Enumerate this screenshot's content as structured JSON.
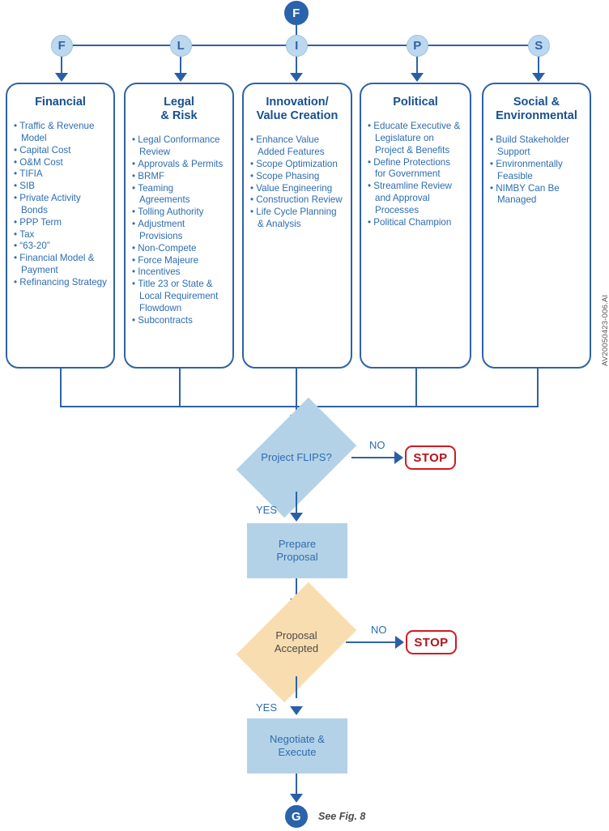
{
  "diagram": {
    "side_code": "AV20050423-006.AI",
    "entry_node": {
      "label": "F"
    },
    "flips_nodes": [
      {
        "label": "F"
      },
      {
        "label": "L"
      },
      {
        "label": "I"
      },
      {
        "label": "P"
      },
      {
        "label": "S"
      }
    ],
    "categories": [
      {
        "title": "Financial",
        "items": [
          "Traffic & Revenue Model",
          "Capital Cost",
          "O&M Cost",
          "TIFIA",
          "SIB",
          "Private Activity Bonds",
          "PPP Term",
          "Tax",
          "“63-20”",
          "Financial Model & Payment",
          "Refinancing Strategy"
        ]
      },
      {
        "title": "Legal\n& Risk",
        "items": [
          "Legal Conformance Review",
          "Approvals & Permits",
          "BRMF",
          "Teaming Agreements",
          "Tolling Authority",
          "Adjustment Provisions",
          "Non-Compete",
          "Force Majeure",
          "Incentives",
          "Title 23 or State & Local Requirement Flowdown",
          "Subcontracts"
        ]
      },
      {
        "title": "Innovation/\nValue Creation",
        "items": [
          "Enhance Value Added Features",
          "Scope Optimization",
          "Scope Phasing",
          "Value Engineering",
          "Construction Review",
          "Life Cycle Planning & Analysis"
        ]
      },
      {
        "title": "Political",
        "items": [
          "Educate Executive & Legislature on Project & Benefits",
          "Define Protections for Government",
          "Streamline Review and Approval Processes",
          "Political Champion"
        ]
      },
      {
        "title": "Social &\nEnvironmental",
        "items": [
          "Build Stakeholder Support",
          "Environmentally Feasible",
          "NIMBY Can Be Managed"
        ]
      }
    ],
    "decision_1": {
      "label": "Project FLIPS?",
      "no_label": "NO",
      "yes_label": "YES"
    },
    "stop_1": {
      "label": "STOP"
    },
    "process_1": {
      "label": "Prepare\nProposal"
    },
    "decision_2": {
      "label": "Proposal\nAccepted",
      "no_label": "NO",
      "yes_label": "YES"
    },
    "stop_2": {
      "label": "STOP"
    },
    "process_2": {
      "label": "Negotiate &\nExecute"
    },
    "exit_node": {
      "label": "G"
    },
    "exit_caption": "See Fig. 8",
    "colors": {
      "line": "#2f63a5",
      "arrow": "#2a5fa8",
      "node_dark": "#2a62ab",
      "node_light": "#bcd8ee",
      "box_fill": "#b4d2e7",
      "diamond_orange": "#f8ddb0",
      "stop_red": "#d11b22",
      "title_blue": "#17508f",
      "text_blue": "#2d6cb0"
    }
  }
}
